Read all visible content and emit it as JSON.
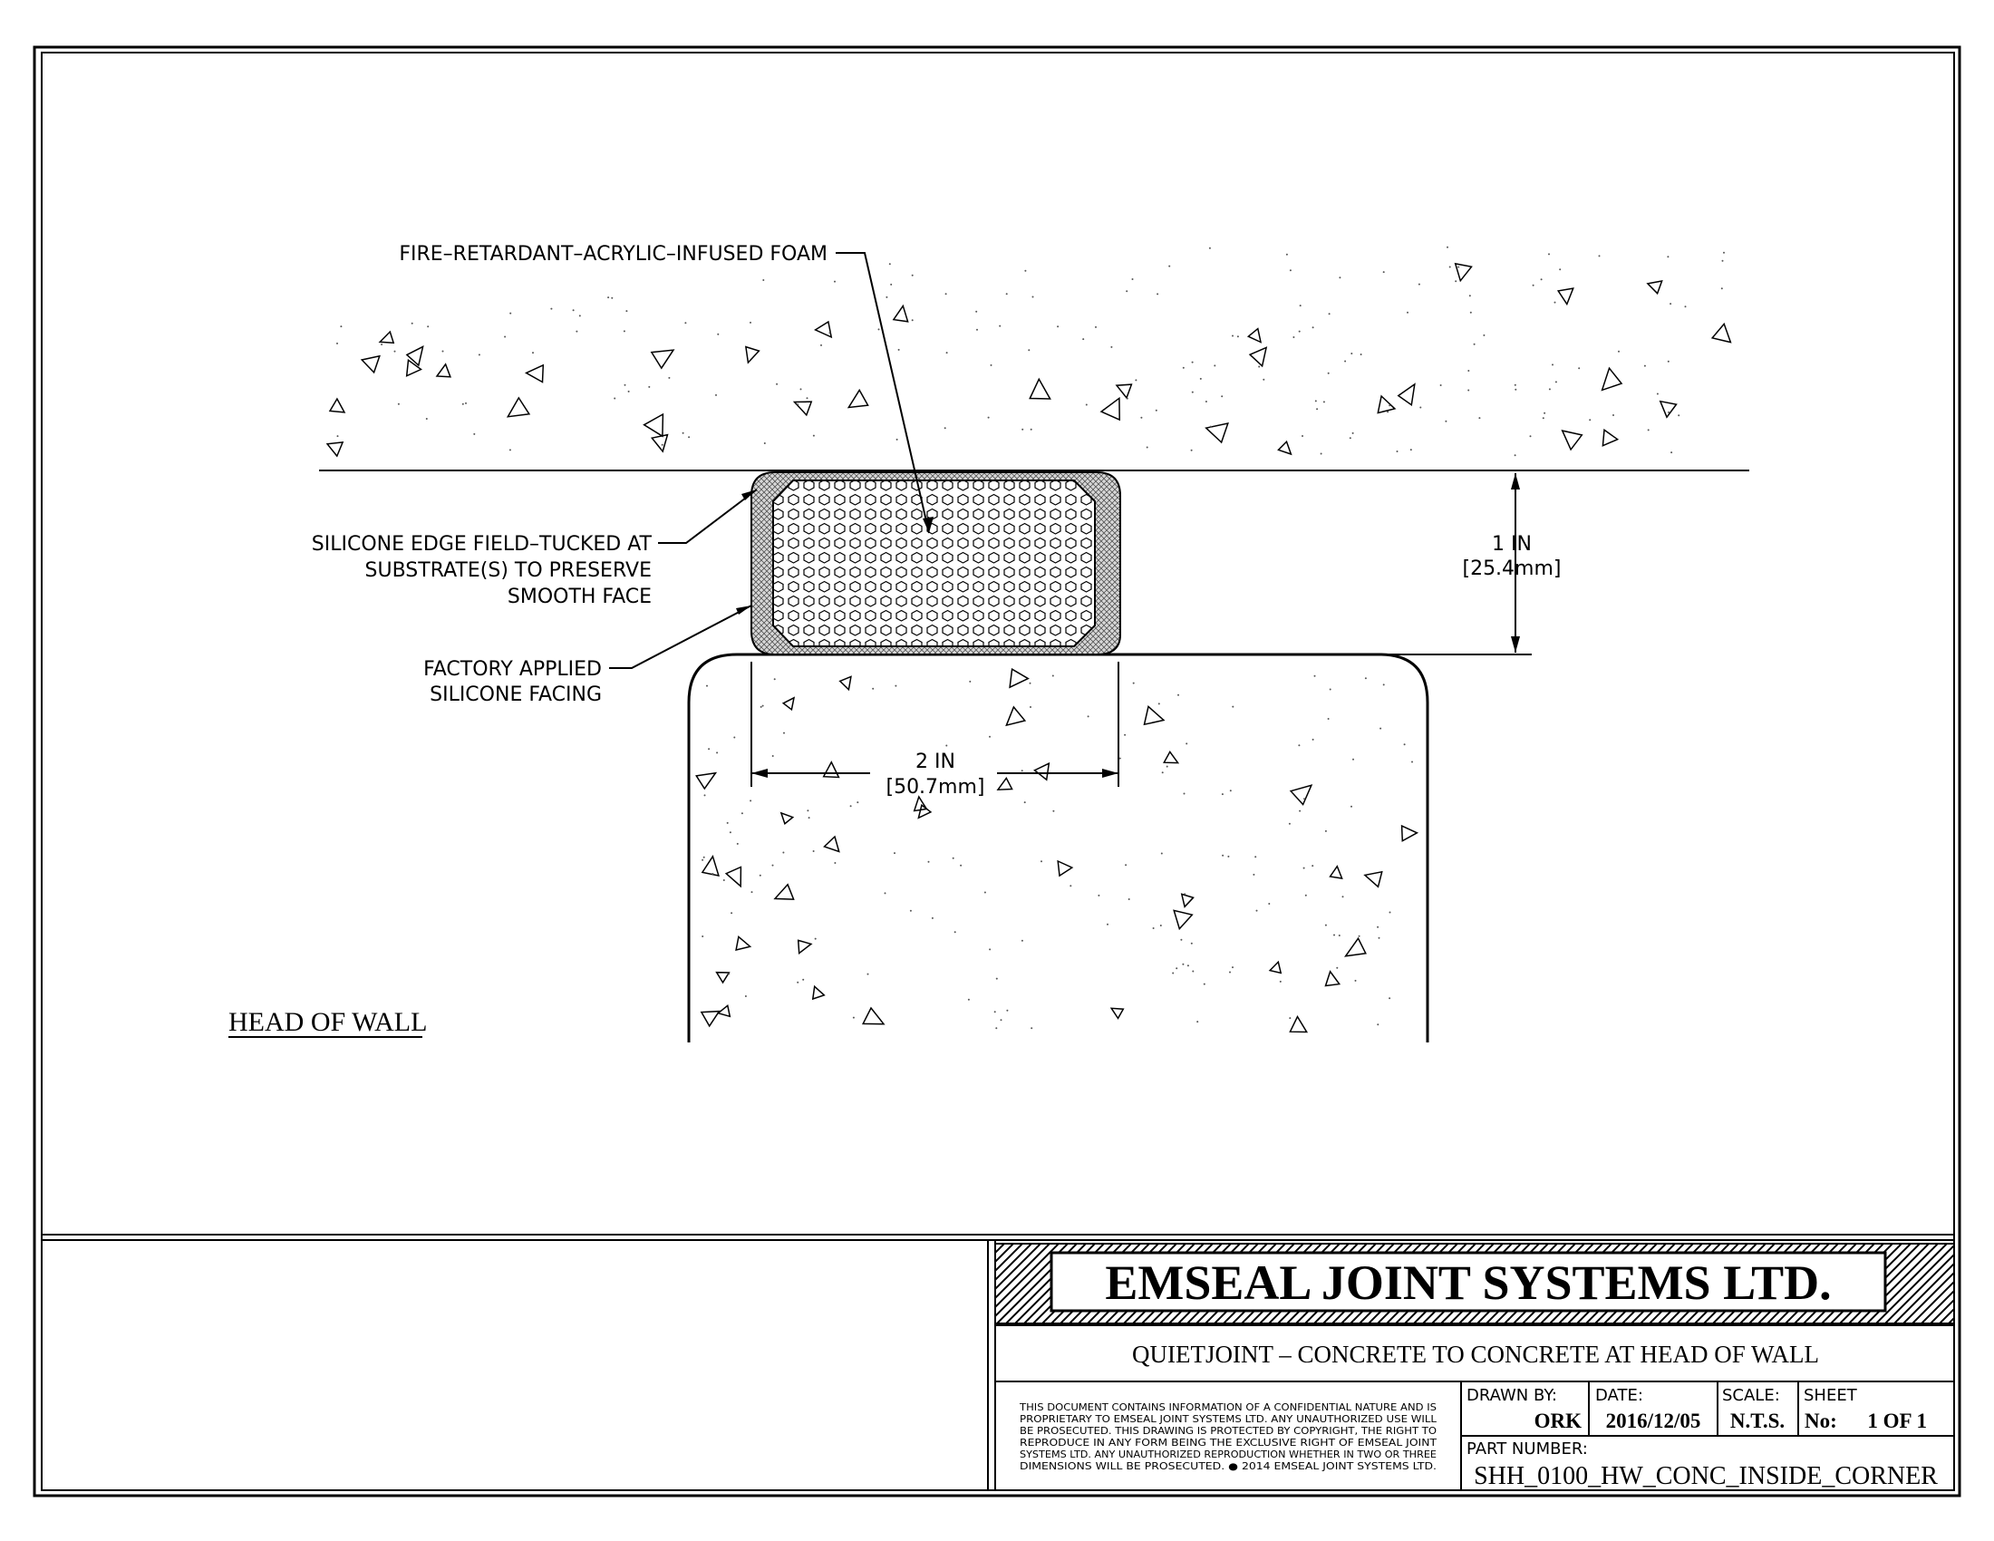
{
  "drawing": {
    "labels": {
      "foam": "FIRE–RETARDANT–ACRYLIC–INFUSED FOAM",
      "silicone_edge_line1": "SILICONE EDGE FIELD–TUCKED AT",
      "silicone_edge_line2": "SUBSTRATE(S) TO PRESERVE",
      "silicone_edge_line3": "SMOOTH FACE",
      "facing_line1": "FACTORY APPLIED",
      "facing_line2": "SILICONE FACING",
      "detail_title": "HEAD OF WALL"
    },
    "dimensions": {
      "height_value": "1 IN",
      "height_metric": "[25.4mm]",
      "width_value": "2 IN",
      "width_metric": "[50.7mm]"
    }
  },
  "title_block": {
    "company": "EMSEAL JOINT SYSTEMS LTD.",
    "title": "QUIETJOINT – CONCRETE TO CONCRETE AT HEAD OF WALL",
    "confidential_lines": [
      "THIS DOCUMENT CONTAINS INFORMATION OF A CONFIDENTIAL NATURE AND IS",
      "PROPRIETARY TO EMSEAL JOINT SYSTEMS LTD. ANY UNAUTHORIZED USE WILL",
      "BE PROSECUTED. THIS DRAWING IS PROTECTED BY COPYRIGHT, THE RIGHT TO",
      "REPRODUCE IN ANY FORM BEING THE EXCLUSIVE RIGHT OF EMSEAL JOINT",
      "SYSTEMS LTD. ANY UNAUTHORIZED REPRODUCTION WHETHER IN TWO OR THREE",
      "DIMENSIONS WILL BE PROSECUTED. ● 2014 EMSEAL JOINT SYSTEMS LTD."
    ],
    "drawn_by_label": "DRAWN BY:",
    "drawn_by": "ORK",
    "date_label": "DATE:",
    "date": "2016/12/05",
    "scale_label": "SCALE:",
    "scale": "N.T.S.",
    "sheet_label": "SHEET",
    "sheet_no_label": "No:",
    "sheet_value": "1 OF 1",
    "part_number_label": "PART NUMBER:",
    "part_number": "SHH_0100_HW_CONC_INSIDE_CORNER"
  }
}
